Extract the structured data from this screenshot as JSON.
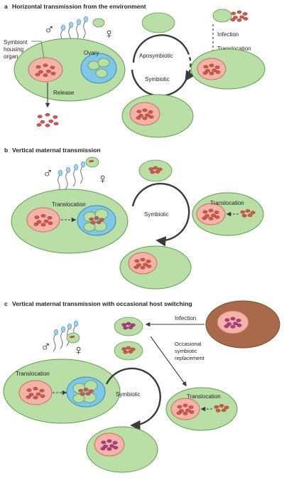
{
  "colors": {
    "cell_green": "#b9dfa6",
    "cell_green_edge": "#5c9e4a",
    "organ_pink": "#f2b3a8",
    "organ_edge": "#cf6a5a",
    "bacteria_red": "#d6574a",
    "bacteria_magenta": "#b43a86",
    "ovary_blue": "#7fc7e8",
    "host_brown": "#a86a4a",
    "cycle_line": "#3b3b3b"
  },
  "panels": {
    "a": {
      "letter": "a",
      "title": "Horizontal transmission from the environment",
      "male_symbol": "♂",
      "female_symbol": "♀",
      "symbiont_organ_label_1": "Symbiont",
      "symbiont_organ_label_2": "housing",
      "symbiont_organ_label_3": "organ",
      "ovary_label": "Ovary",
      "release_label": "Release",
      "infection_label": "Infection",
      "translocation_label": "Translocation",
      "aposymbiotic_label": "Aposymbiotic",
      "symbiotic_label": "Symbiotic"
    },
    "b": {
      "letter": "b",
      "title": "Vertical maternal transmission",
      "male_symbol": "♂",
      "female_symbol": "♀",
      "translocation_left": "Translocation",
      "translocation_right": "Translocation",
      "symbiotic_label": "Symbiotic"
    },
    "c": {
      "letter": "c",
      "title": "Vertical maternal transmission with occasional host switching",
      "male_symbol": "♂",
      "female_symbol": "♀",
      "infection_label": "Infection",
      "replacement_1": "Occasional",
      "replacement_2": "symbiotic",
      "replacement_3": "replacement",
      "translocation_left": "Translocation",
      "translocation_right": "Translocation",
      "symbiotic_label": "Symbiotic"
    }
  }
}
